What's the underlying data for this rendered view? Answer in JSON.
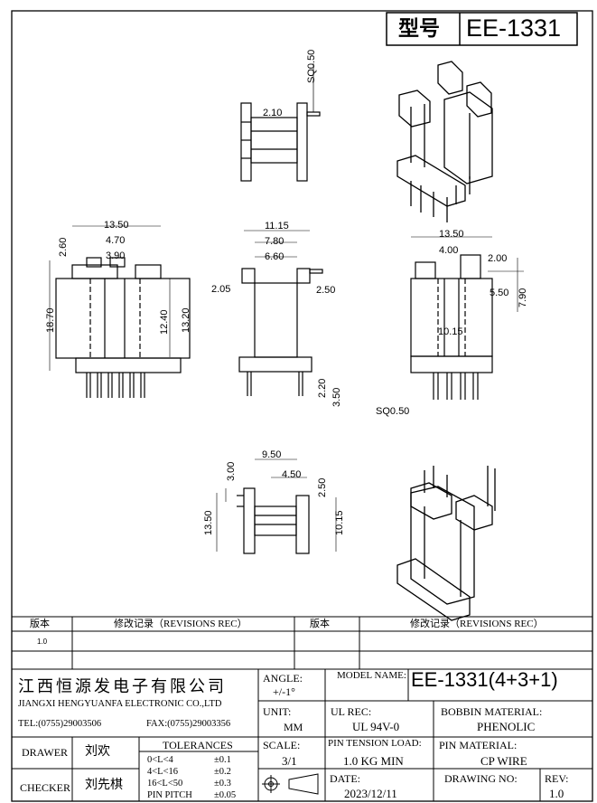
{
  "header": {
    "type_label": "型号",
    "model": "EE-1331"
  },
  "dims": {
    "sq050_top": "SQ0.50",
    "d210": "2.10",
    "d1350a": "13.50",
    "d470": "4.70",
    "d390": "3.90",
    "d260": "2.60",
    "d1870": "18.70",
    "d1240": "12.40",
    "d1320": "13.20",
    "d1115": "11.15",
    "d780": "7.80",
    "d660": "6.60",
    "d205": "2.05",
    "d250": "2.50",
    "d220": "2.20",
    "d350": "3.50",
    "d1350b": "13.50",
    "d400": "4.00",
    "d200": "2.00",
    "d550": "5.50",
    "d790": "7.90",
    "d1015a": "10.15",
    "sq050_bot": "SQ0.50",
    "d950": "9.50",
    "d450": "4.50",
    "d300": "3.00",
    "d250b": "2.50",
    "d1350c": "13.50",
    "d1015b": "10.15"
  },
  "revisions": {
    "left_title": "版本",
    "left_rec": "修改记录（REVISIONS REC）",
    "right_title": "版本",
    "right_rec": "修改记录（REVISIONS REC）",
    "version": "1.0"
  },
  "title_block": {
    "company_cn": "江西恒源发电子有限公司",
    "company_en": "JIANGXI HENGYUANFA ELECTRONIC CO.,LTD",
    "tel": "TEL:(0755)29003506",
    "fax": "FAX:(0755)29003356",
    "angle_label": "ANGLE:",
    "angle_value": "+/-1°",
    "model_name_label": "MODEL NAME:",
    "model_name_value": "EE-1331(4+3+1)",
    "unit_label": "UNIT:",
    "unit_value": "MM",
    "ul_label": "UL REC:",
    "ul_value": "UL 94V-0",
    "bobbin_label": "BOBBIN MATERIAL:",
    "bobbin_value": "PHENOLIC",
    "drawer_label": "DRAWER",
    "drawer_value": "刘欢",
    "tolerances_label": "TOLERANCES",
    "tol_rows": [
      {
        "range": "0<L<4",
        "tol": "±0.1"
      },
      {
        "range": "4<L<16",
        "tol": "±0.2"
      },
      {
        "range": "16<L<50",
        "tol": "±0.3"
      },
      {
        "range": "PIN PITCH",
        "tol": "±0.05"
      }
    ],
    "scale_label": "SCALE:",
    "scale_value": "3/1",
    "pin_tension_label": "PIN TENSION LOAD:",
    "pin_tension_value": "1.0 KG MIN",
    "pin_material_label": "PIN MATERIAL:",
    "pin_material_value": "CP WIRE",
    "checker_label": "CHECKER",
    "checker_value": "刘先棋",
    "date_label": "DATE:",
    "date_value": "2023/12/11",
    "drawing_no_label": "DRAWING NO:",
    "rev_label": "REV:",
    "rev_value": "1.0"
  }
}
